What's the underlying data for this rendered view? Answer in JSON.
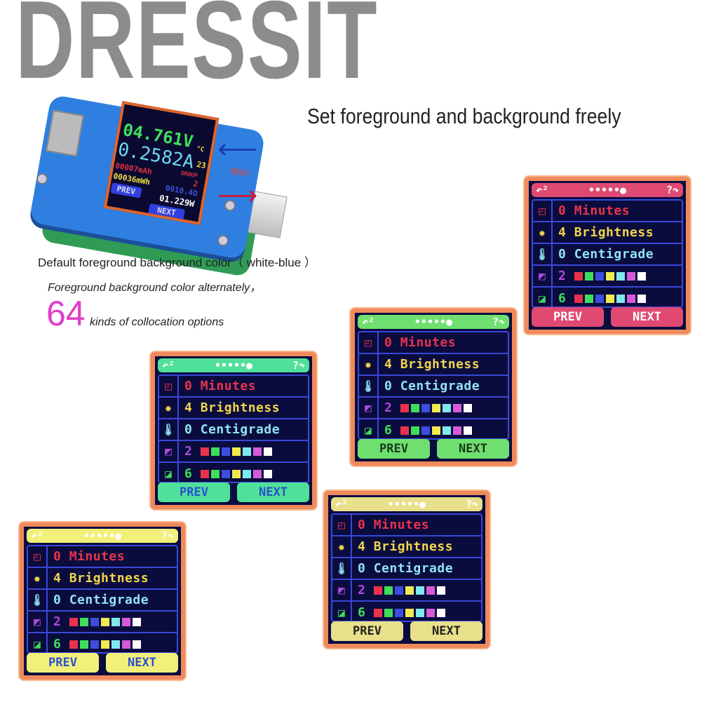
{
  "watermark": "DRESSIT",
  "headline": "Set foreground and background freely",
  "default_caption": "Default foreground background color（ white-blue ）",
  "alternate_caption": "Foreground background color alternately，",
  "count": "64",
  "count_caption": "kinds of collocation options",
  "device": {
    "voltage": "04.761V",
    "current": "0.2582A",
    "capacity": "00007mAh",
    "energy": "00036mWh",
    "resistance": "0010.4Ω",
    "power": "01.229W",
    "temp_unit": "°C",
    "temp": "23",
    "group_label": "GROUP",
    "group": "2",
    "prev": "PREV",
    "next": "NEXT",
    "usb_label": "USB"
  },
  "menu": {
    "header_left": "↶²",
    "header_dots": "•••••●",
    "header_right": "?↷",
    "rows": [
      {
        "icon": "clock-icon",
        "glyph": "◰",
        "value": "0",
        "label": "Minutes",
        "color": "#e8334a"
      },
      {
        "icon": "sun-icon",
        "glyph": "✹",
        "value": "4",
        "label": "Brightness",
        "color": "#f2d54a"
      },
      {
        "icon": "thermometer-icon",
        "glyph": "🌡",
        "value": "0",
        "label": "Centigrade",
        "color": "#8fe3f0"
      },
      {
        "icon": "background-color-icon",
        "glyph": "◩",
        "value": "2",
        "label": "",
        "color": "#b04ae0"
      },
      {
        "icon": "foreground-color-icon",
        "glyph": "◪",
        "value": "6",
        "label": "",
        "color": "#3ede5a"
      }
    ],
    "swatches": [
      "#e8334a",
      "#3ede5a",
      "#3d4de0",
      "#f0ea50",
      "#7fe8ee",
      "#d65ad8",
      "#ffffff"
    ],
    "prev": "PREV",
    "next": "NEXT"
  },
  "panels": [
    {
      "theme": "pink",
      "accent": "#e04a72",
      "text": "#ffffff"
    },
    {
      "theme": "yellow",
      "accent": "#f2f07a",
      "text": "#2a4fd0"
    },
    {
      "theme": "beige",
      "accent": "#e8e08a",
      "text": "#222222"
    },
    {
      "theme": "cyan-green",
      "accent": "#4fe09a",
      "text": "#2a4fd0"
    },
    {
      "theme": "green",
      "accent": "#6fe070",
      "text": "#1a3a1a"
    }
  ]
}
